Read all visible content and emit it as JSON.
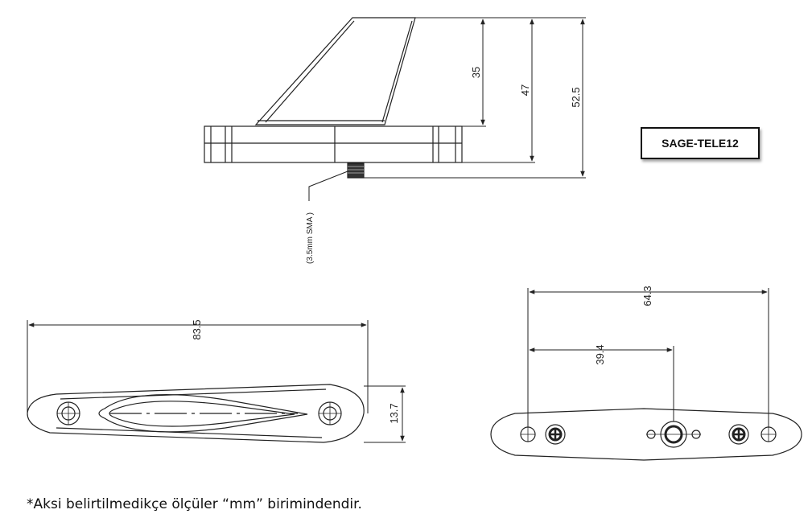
{
  "model_label": "SAGE-TELE12",
  "side_view": {
    "dim_35": "35",
    "dim_47": "47",
    "dim_52_5": "52.5",
    "connector_note": "(3.5mm SMA )"
  },
  "bottom_view": {
    "dim_length": "83.5",
    "dim_width": "13.7"
  },
  "plate_view": {
    "dim_total": "64.3",
    "dim_center": "39.4"
  },
  "footnote": "*Aksi belirtilmedikçe ölçüler “mm” birimindendir."
}
